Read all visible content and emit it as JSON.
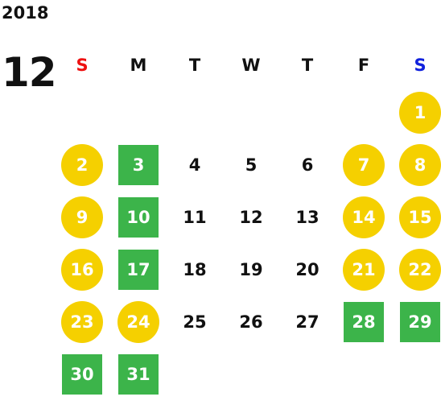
{
  "year": "2018",
  "month": "12",
  "colors": {
    "sunday_header": "#ee1111",
    "saturday_header": "#1122dd",
    "default_text": "#111111",
    "holiday_circle": "#f5d000",
    "green_square": "#3cb44a"
  },
  "weekdays": [
    {
      "label": "S",
      "color": "#ee1111"
    },
    {
      "label": "M",
      "color": "#111111"
    },
    {
      "label": "T",
      "color": "#111111"
    },
    {
      "label": "W",
      "color": "#111111"
    },
    {
      "label": "T",
      "color": "#111111"
    },
    {
      "label": "F",
      "color": "#111111"
    },
    {
      "label": "S",
      "color": "#1122dd"
    }
  ],
  "first_weekday_index": 6,
  "days": [
    {
      "day": "1",
      "style": "circle"
    },
    {
      "day": "2",
      "style": "circle"
    },
    {
      "day": "3",
      "style": "square"
    },
    {
      "day": "4",
      "style": "plain"
    },
    {
      "day": "5",
      "style": "plain"
    },
    {
      "day": "6",
      "style": "plain"
    },
    {
      "day": "7",
      "style": "circle"
    },
    {
      "day": "8",
      "style": "circle"
    },
    {
      "day": "9",
      "style": "circle"
    },
    {
      "day": "10",
      "style": "square"
    },
    {
      "day": "11",
      "style": "plain"
    },
    {
      "day": "12",
      "style": "plain"
    },
    {
      "day": "13",
      "style": "plain"
    },
    {
      "day": "14",
      "style": "circle"
    },
    {
      "day": "15",
      "style": "circle"
    },
    {
      "day": "16",
      "style": "circle"
    },
    {
      "day": "17",
      "style": "square"
    },
    {
      "day": "18",
      "style": "plain"
    },
    {
      "day": "19",
      "style": "plain"
    },
    {
      "day": "20",
      "style": "plain"
    },
    {
      "day": "21",
      "style": "circle"
    },
    {
      "day": "22",
      "style": "circle"
    },
    {
      "day": "23",
      "style": "circle"
    },
    {
      "day": "24",
      "style": "circle"
    },
    {
      "day": "25",
      "style": "plain"
    },
    {
      "day": "26",
      "style": "plain"
    },
    {
      "day": "27",
      "style": "plain"
    },
    {
      "day": "28",
      "style": "square"
    },
    {
      "day": "29",
      "style": "square"
    },
    {
      "day": "30",
      "style": "square"
    },
    {
      "day": "31",
      "style": "square"
    }
  ]
}
